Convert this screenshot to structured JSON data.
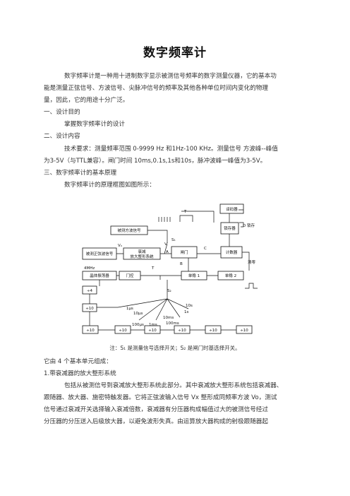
{
  "title": "数字频率计",
  "paragraphs": {
    "intro_1": "数字频率计是一种用十进制数字显示被测信号频率的数字测量仪器，它的基本功",
    "intro_2": "能是测量正弦信号、方波信号、尖脉冲信号的频率及其他各种单位时间内变化的物理",
    "intro_3": "量，因此，它的用途十分广泛。",
    "sec1": "一、设计目的",
    "sec1_body": "掌握数字频率计的设计",
    "sec2": "二、设计内容",
    "sec2_body_1": "技术要求：测量频率范围   0-9999 Hz 和1Hz-100 KHz。测量信号   方波峰--峰值",
    "sec2_body_2": "为3-5V（与TTL兼容）。闸门时间   10ms,0.1s,1s和10s，脉冲波峰一峰值为3-5V。",
    "sec3": "三、数字频率计的基本原理",
    "sec3_body": "数字频率计的原理框图如图所示：",
    "caption": "注：S₁ 是测量信号选择开关；S₂ 是闸门时基选择开关。",
    "units": "它由 4 个基本单元组成：",
    "unit1": "1.带衰减器的放大整形系统",
    "unit1_body_1": "包括从被测信号到衰减放大整形系统此部分。其中衰减放大整形系统包括衰减器、",
    "unit1_body_2": "跟随器、放大器、施密特触发器。它将正弦波输入信号 Vx 整形成同频率方波 Vo，测试",
    "unit1_body_3": "信号通过衰减开关选择输入衰减倍数，衰减器有分压器构成幅值过大的被测信号经过",
    "unit1_body_4": "分压器的分压送入后级放大器，以避免波形失真。由运算放大器构成的射极跟随器起"
  },
  "diagram": {
    "tx": "T",
    "decoder": "译码器",
    "display": "显示器",
    "latch": "锁存器",
    "d_latch": "D 锁存",
    "measured_square": "被测方波信号",
    "s1": "S₁",
    "measured_sine": "被测正弦波信号",
    "vx": "Vₓ",
    "attenuator": "衰减",
    "amp": "放大整形系统",
    "vo": "V'",
    "a": "A",
    "gate": "闸门",
    "c": "C",
    "counter": "计数器",
    "clear": "清零",
    "b": "B",
    "mhz": "4MHz",
    "crystal": "晶体振荡器",
    "door": "门控",
    "t": "T",
    "mono1": "单稳 1",
    "mono2": "单稳 2",
    "s2": "S₂",
    "div4": "÷4",
    "div10": "÷10",
    "t_1us": "1μs",
    "t_10us": "10μs",
    "t_100us": "100μs",
    "t_1ms": "1ms",
    "t_10ms": "10ms",
    "t_100ms": "100ms",
    "t_1s": "1s",
    "t_10s": "10s"
  }
}
